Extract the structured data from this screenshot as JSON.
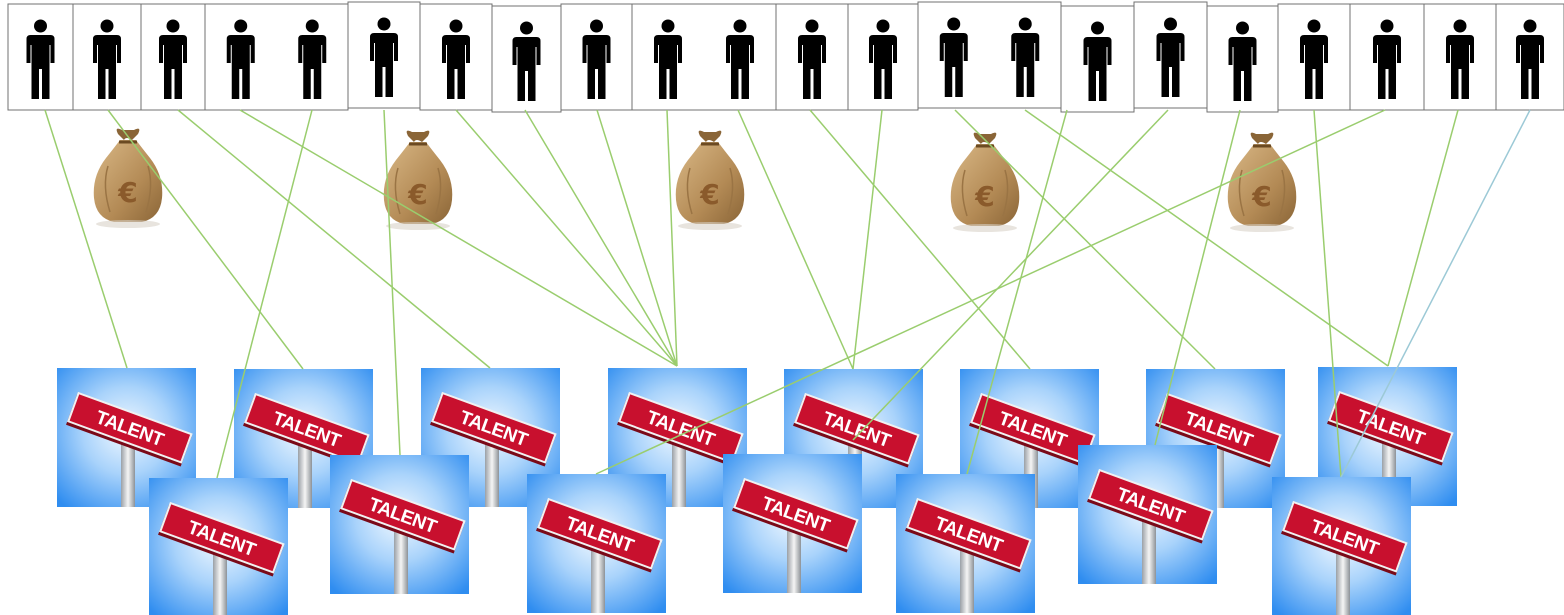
{
  "diagram": {
    "people_count": 22,
    "money_bag_count": 5,
    "talent_sign_count": 15,
    "money_symbol": "€",
    "sign_label": "TALENT",
    "colors": {
      "connector": "#9acd6e",
      "connector_alt": "#9cc9d6",
      "person": "#000000",
      "sign_red": "#c8102e",
      "sign_bg_center": "#e8f4ff",
      "sign_bg_edge": "#2e8ff0",
      "bag": "#b9915b"
    },
    "icons": [
      "person-icon",
      "money-bag-icon",
      "talent-sign-icon"
    ]
  }
}
